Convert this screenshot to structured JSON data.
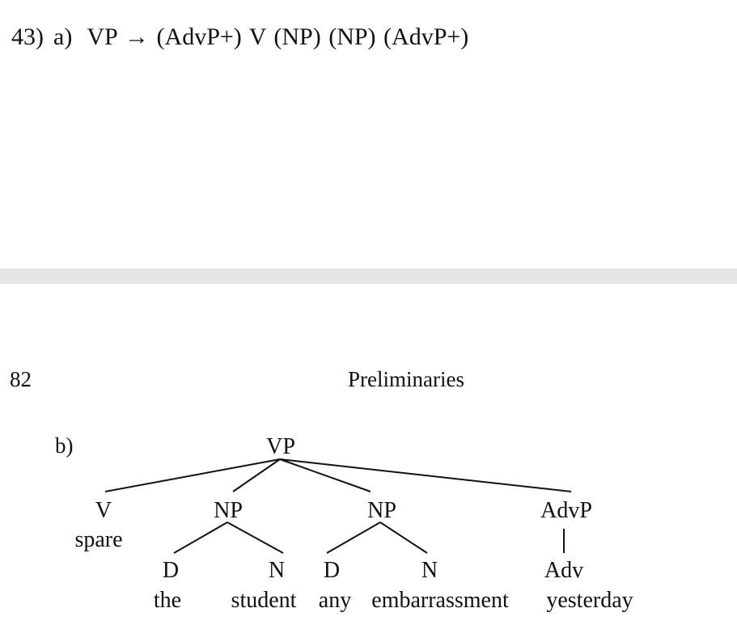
{
  "example_43a": {
    "number": "43)",
    "sub_label": "a)",
    "rule": "VP → (AdvP+) V (NP) (NP) (AdvP+)"
  },
  "page_header": {
    "page_number": "82",
    "running_head": "Preliminaries"
  },
  "example_43b": {
    "sub_label": "b)",
    "tree": {
      "root": "VP",
      "v": {
        "label": "V",
        "word": "spare"
      },
      "np1": {
        "label": "NP",
        "d": "D",
        "d_word": "the",
        "n": "N",
        "n_word": "student"
      },
      "np2": {
        "label": "NP",
        "d": "D",
        "d_word": "any",
        "n": "N",
        "n_word": "embarrassment"
      },
      "advp": {
        "label": "AdvP",
        "adv": "Adv",
        "adv_word": "yesterday"
      }
    }
  }
}
